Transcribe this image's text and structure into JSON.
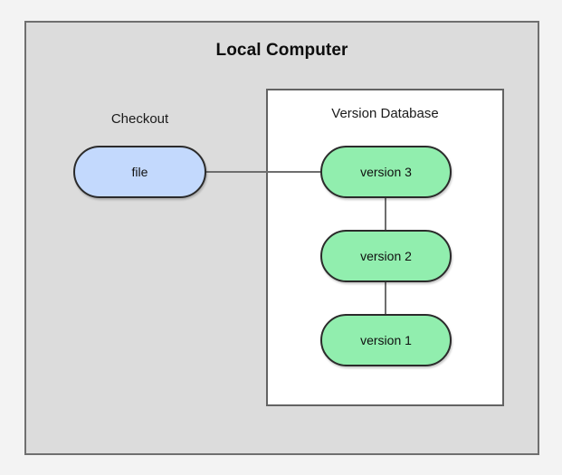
{
  "diagram": {
    "title": "Local Computer",
    "background_color": "#f3f3f3",
    "outer_box": {
      "label": "Local Computer",
      "fill_color": "#dcdcdc",
      "border_color": "#6f6f6f"
    },
    "inner_box": {
      "label": "Version Database",
      "fill_color": "#ffffff",
      "border_color": "#636363"
    },
    "checkout": {
      "label": "Checkout",
      "node_label": "file",
      "node_fill_color": "#c3d9fd",
      "node_border_color": "#2b2b2b"
    },
    "versions": [
      {
        "label": "version 3",
        "fill_color": "#91eeae"
      },
      {
        "label": "version 2",
        "fill_color": "#91eeae"
      },
      {
        "label": "version 1",
        "fill_color": "#91eeae"
      }
    ],
    "connectors": {
      "file_to_version3": "horizontal-line",
      "version3_to_version2": "vertical-line",
      "version2_to_version1": "vertical-line",
      "line_color": "#6e6e6e"
    }
  }
}
